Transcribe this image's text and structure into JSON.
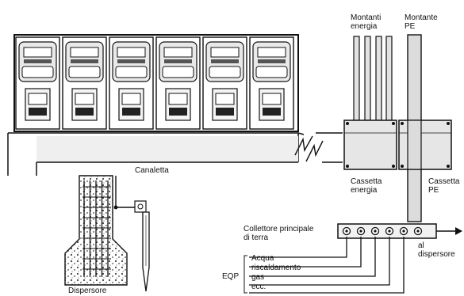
{
  "labels": {
    "montanti_energia": [
      "Montanti",
      "energia"
    ],
    "montante_pe": [
      "Montante",
      "PE"
    ],
    "canaletta": "Canaletta",
    "cassetta_energia": [
      "Cassetta",
      "energia"
    ],
    "cassetta_pe": [
      "Cassetta",
      "PE"
    ],
    "collettore": [
      "Collettore principale",
      "di terra"
    ],
    "al_dispersore": [
      "al",
      "dispersore"
    ],
    "eqp": "EQP",
    "eqp_items": [
      "Acqua",
      "riscaldamento",
      "gas",
      "ecc."
    ],
    "dispersore": "Dispersore"
  },
  "meters": {
    "count": 6
  },
  "rebar": {
    "count": 5
  },
  "collector": {
    "terminal_count": 6
  },
  "colors": {
    "line": "#111111",
    "fill_light": "#e4e4e4",
    "pipe": "#d8d8d8"
  }
}
